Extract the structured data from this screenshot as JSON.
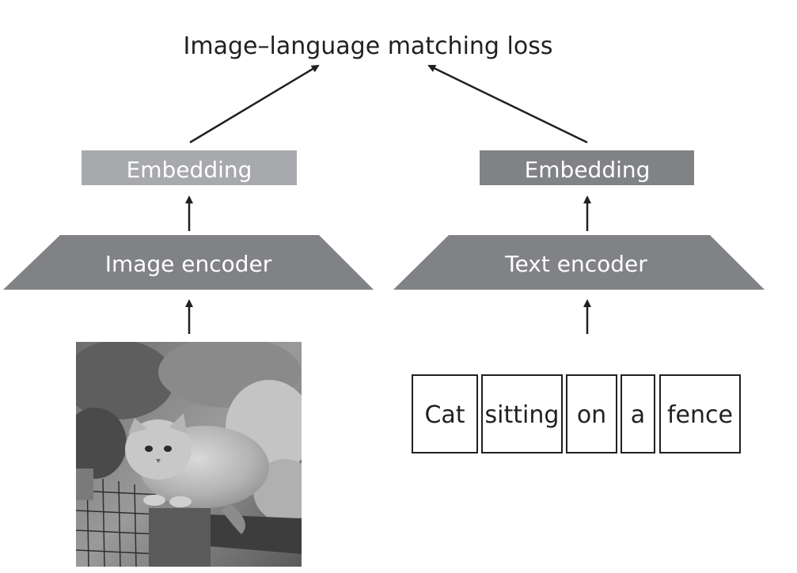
{
  "title": "Image–language matching loss",
  "image_branch": {
    "embedding_label": "Embedding",
    "encoder_label": "Image encoder",
    "input_photo": "cat-photo"
  },
  "text_branch": {
    "embedding_label": "Embedding",
    "encoder_label": "Text encoder",
    "tokens": [
      "Cat",
      "sitting",
      "on",
      "a",
      "fence"
    ]
  },
  "colors": {
    "image_embedding": "#a7a9ac",
    "text_embedding": "#808285",
    "encoder": "#808285",
    "ink": "#231f20"
  }
}
